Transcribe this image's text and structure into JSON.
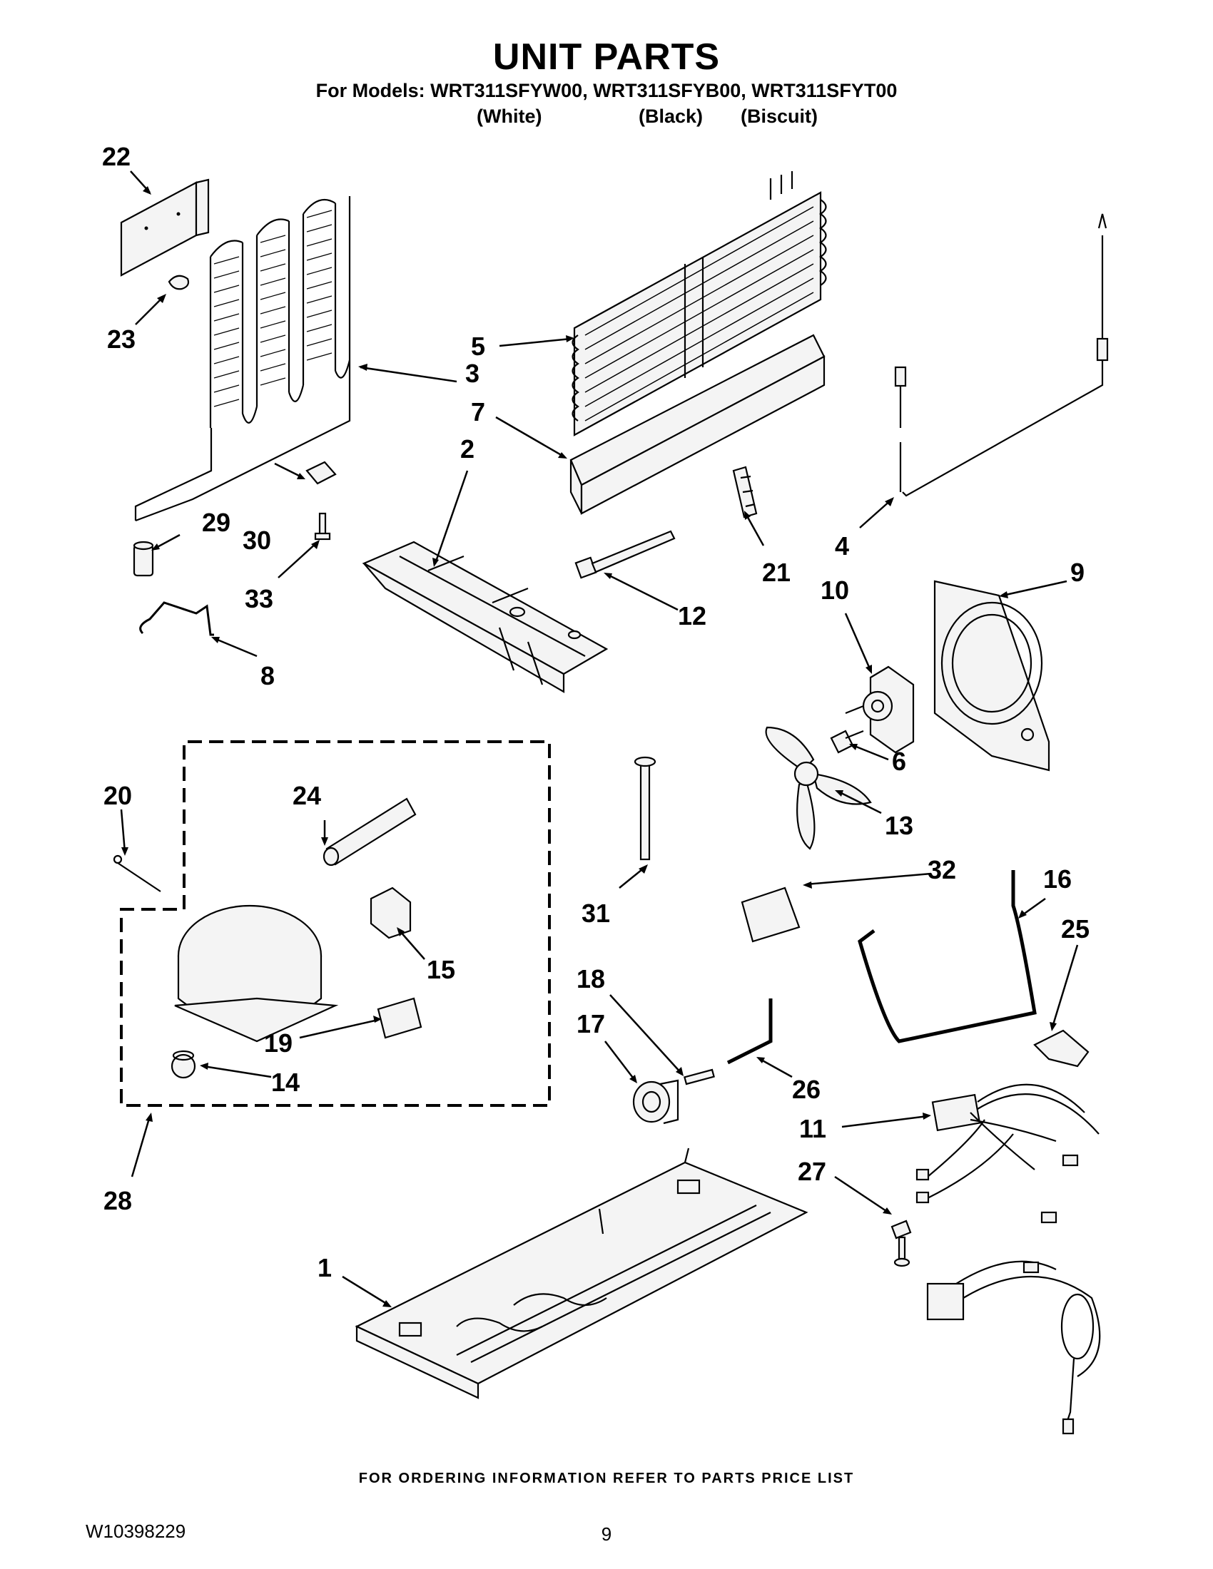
{
  "header": {
    "title": "UNIT PARTS",
    "models_line": "For Models: WRT311SFYW00, WRT311SFYB00, WRT311SFYT00",
    "color_white": "(White)",
    "color_black": "(Black)",
    "color_biscuit": "(Biscuit)"
  },
  "callouts": {
    "c1": "1",
    "c2": "2",
    "c3": "3",
    "c4": "4",
    "c5": "5",
    "c6": "6",
    "c7": "7",
    "c8": "8",
    "c9": "9",
    "c10": "10",
    "c11": "11",
    "c12": "12",
    "c13": "13",
    "c14": "14",
    "c15": "15",
    "c16": "16",
    "c17": "17",
    "c18": "18",
    "c19": "19",
    "c20": "20",
    "c21": "21",
    "c22": "22",
    "c23": "23",
    "c24": "24",
    "c25": "25",
    "c26": "26",
    "c27": "27",
    "c28": "28",
    "c29": "29",
    "c30": "30",
    "c31": "31",
    "c32": "32",
    "c33": "33"
  },
  "footer": {
    "ordering_note": "FOR ORDERING INFORMATION REFER TO PARTS PRICE LIST",
    "document_number": "W10398229",
    "page_number": "9"
  }
}
